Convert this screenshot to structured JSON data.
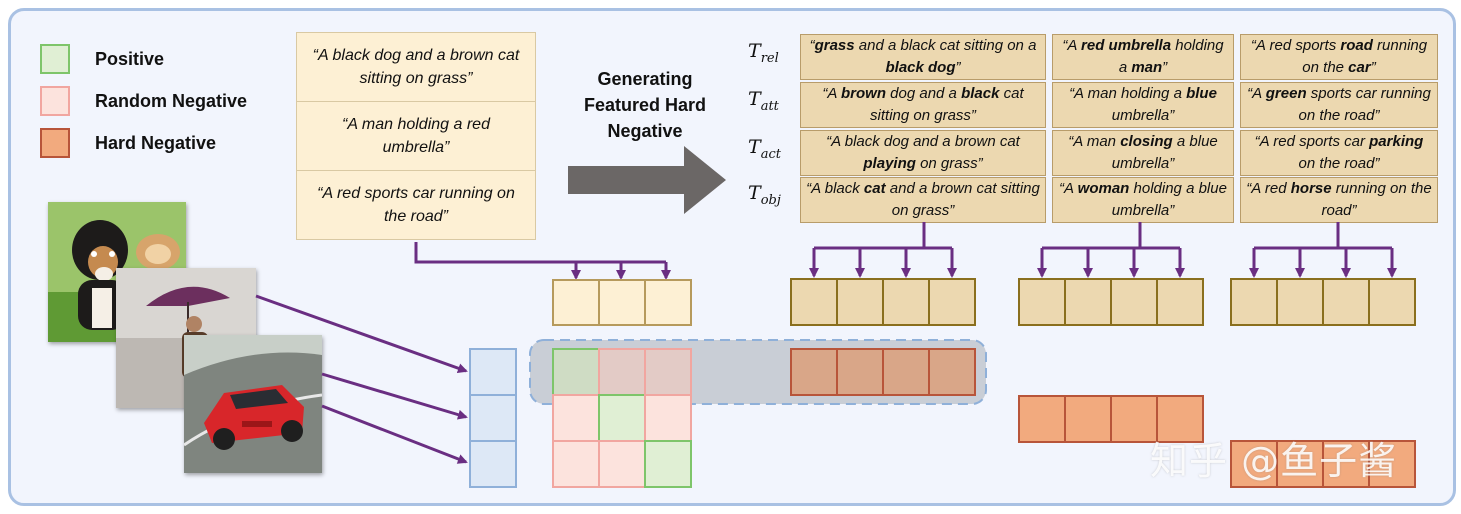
{
  "legend": {
    "items": [
      {
        "label": "Positive",
        "fill": "#e0efd4",
        "border": "#7ec56a"
      },
      {
        "label": "Random Negative",
        "fill": "#fce3dd",
        "border": "#f1a6a0"
      },
      {
        "label": "Hard Negative",
        "fill": "#f2aa7e",
        "border": "#b8553a"
      }
    ]
  },
  "captions": [
    "“A black dog and a brown cat sitting on grass”",
    "“A man holding a red umbrella”",
    "“A red sports car running on the road”"
  ],
  "generate_label": "Generating Featured Hard Negative",
  "row_labels": [
    {
      "base": "T",
      "sub": "rel"
    },
    {
      "base": "T",
      "sub": "att"
    },
    {
      "base": "T",
      "sub": "act"
    },
    {
      "base": "T",
      "sub": "obj"
    }
  ],
  "negatives_table": [
    [
      [
        {
          "t": "“"
        },
        {
          "t": "grass",
          "b": true
        },
        {
          "t": " and a black cat sitting on a "
        },
        {
          "t": "black dog",
          "b": true
        },
        {
          "t": "”"
        }
      ],
      [
        {
          "t": "“A "
        },
        {
          "t": "red",
          "b": true
        },
        {
          "t": " "
        },
        {
          "t": "umbrella",
          "b": true
        },
        {
          "t": " holding a "
        },
        {
          "t": "man",
          "b": true
        },
        {
          "t": "”"
        }
      ],
      [
        {
          "t": "“A red sports "
        },
        {
          "t": "road",
          "b": true
        },
        {
          "t": " running on the "
        },
        {
          "t": "car",
          "b": true
        },
        {
          "t": "”"
        }
      ]
    ],
    [
      [
        {
          "t": "“A "
        },
        {
          "t": "brown",
          "b": true
        },
        {
          "t": " dog and a "
        },
        {
          "t": "black",
          "b": true
        },
        {
          "t": " cat sitting on grass”"
        }
      ],
      [
        {
          "t": "“A man holding a "
        },
        {
          "t": "blue",
          "b": true
        },
        {
          "t": " umbrella”"
        }
      ],
      [
        {
          "t": "“A "
        },
        {
          "t": "green",
          "b": true
        },
        {
          "t": " sports car running on the road”"
        }
      ]
    ],
    [
      [
        {
          "t": "“A black dog and a brown cat "
        },
        {
          "t": "playing",
          "b": true
        },
        {
          "t": " on grass”"
        }
      ],
      [
        {
          "t": "“A man "
        },
        {
          "t": "closing",
          "b": true
        },
        {
          "t": " a blue umbrella”"
        }
      ],
      [
        {
          "t": "“A red sports car "
        },
        {
          "t": "parking",
          "b": true
        },
        {
          "t": " on the road”"
        }
      ]
    ],
    [
      [
        {
          "t": "“A black "
        },
        {
          "t": "cat",
          "b": true
        },
        {
          "t": " and a brown cat sitting on grass”"
        }
      ],
      [
        {
          "t": "“A "
        },
        {
          "t": "woman",
          "b": true
        },
        {
          "t": " holding a blue umbrella”"
        }
      ],
      [
        {
          "t": "“A red "
        },
        {
          "t": "horse",
          "b": true
        },
        {
          "t": " running on the road”"
        }
      ]
    ]
  ],
  "matrix": {
    "rows": [
      [
        "positive",
        "random",
        "random"
      ],
      [
        "random",
        "positive",
        "random"
      ],
      [
        "random",
        "random",
        "positive"
      ]
    ]
  },
  "colors": {
    "arrow": "#6a2e82",
    "image_embed_fill": "#dde8f6",
    "image_embed_border": "#8fb0d9",
    "text_embed_fill": "#fdf0d4",
    "text_embed_border": "#b69a5c",
    "neg_embed_fill": "#ecd8b0",
    "neg_embed_border": "#8a6f1e",
    "hard_neg_fill": "#f2aa7e",
    "hard_neg_border": "#b8553a",
    "highlight": "#c9ced6",
    "highlight_border": "#8fb0d9"
  },
  "watermark": "知乎 @鱼子酱"
}
